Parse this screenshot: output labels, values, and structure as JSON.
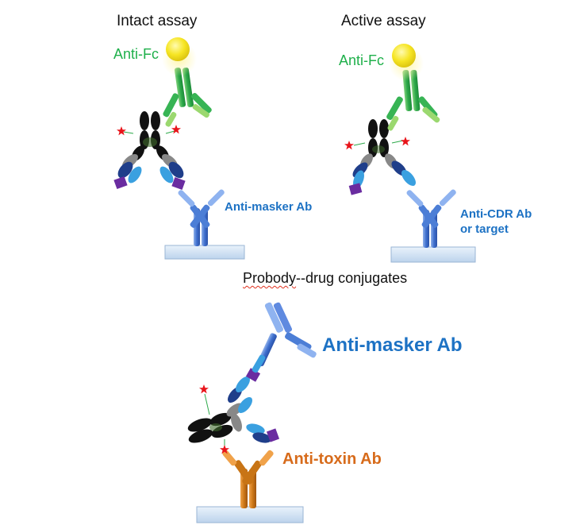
{
  "titles": {
    "intact": "Intact assay",
    "active": "Active assay",
    "probody_part1": "Probody",
    "probody_part2": "--drug conjugates"
  },
  "labels": {
    "anti_fc_left": "Anti-Fc",
    "anti_fc_right": "Anti-Fc",
    "anti_masker_small": "Anti-masker Ab",
    "anti_cdr_line1": "Anti-CDR Ab",
    "anti_cdr_line2": "or target",
    "anti_masker_large": "Anti-masker Ab",
    "anti_toxin": "Anti-toxin Ab"
  },
  "colors": {
    "anti_fc_antibody": "#2db34a",
    "gold_particle": "#f5e31a",
    "capture_antibody_blue": "#3d6fd0",
    "anti_toxin_antibody": "#c87415",
    "probody_heavy_chain": "#111111",
    "masking_peptide": "#6a2ca0",
    "drug_payload": "#e8141a",
    "plate": "#cfe2f3"
  }
}
